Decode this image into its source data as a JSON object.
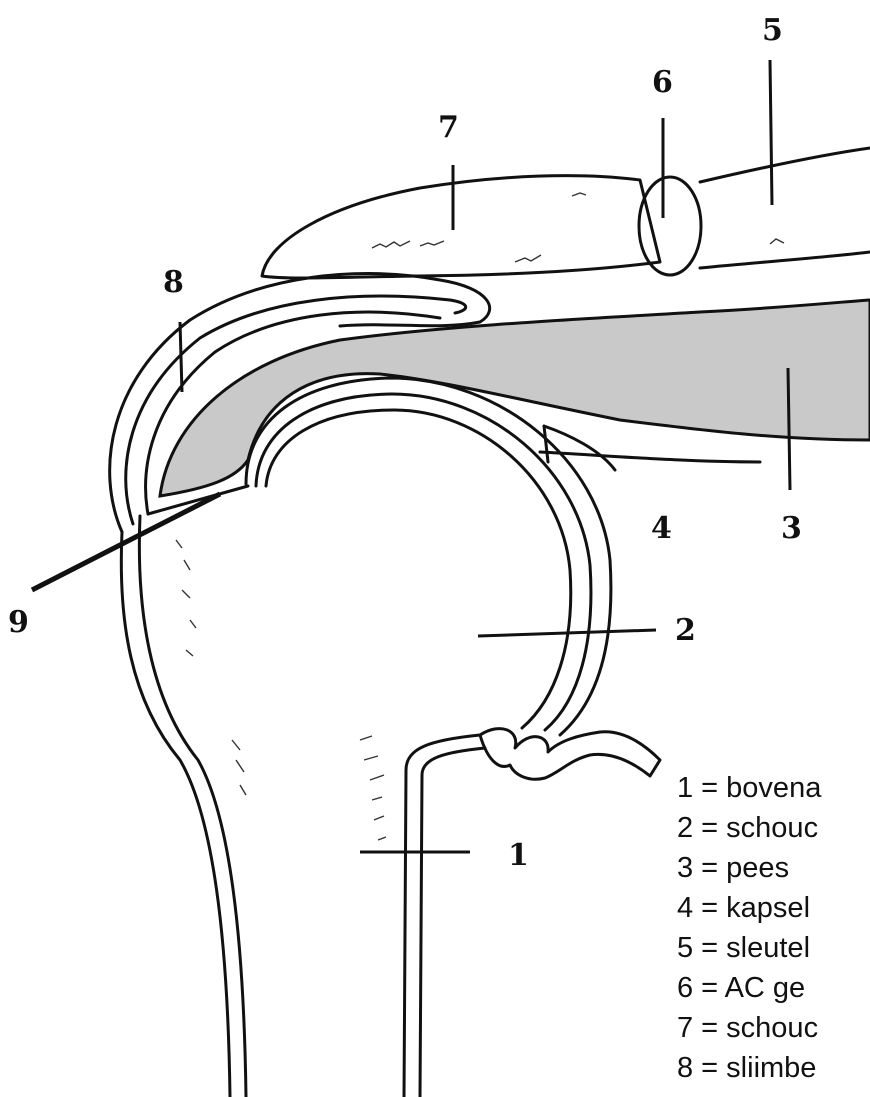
{
  "labels": [
    {
      "id": "1",
      "text": "1"
    },
    {
      "id": "2",
      "text": "2"
    },
    {
      "id": "3",
      "text": "3"
    },
    {
      "id": "4",
      "text": "4"
    },
    {
      "id": "5",
      "text": "5"
    },
    {
      "id": "6",
      "text": "6"
    },
    {
      "id": "7",
      "text": "7"
    },
    {
      "id": "8",
      "text": "8"
    },
    {
      "id": "9",
      "text": "9"
    }
  ],
  "legend": [
    "1 = bovena",
    "2 = schouc",
    "3 = pees",
    "4 = kapsel",
    "5 = sleutel",
    "6 = AC ge",
    "7 = schouc",
    "8 = sliimbe"
  ],
  "colors": {
    "ink": "#111111",
    "tendon_fill": "#c9c9c9",
    "background": "#ffffff"
  }
}
